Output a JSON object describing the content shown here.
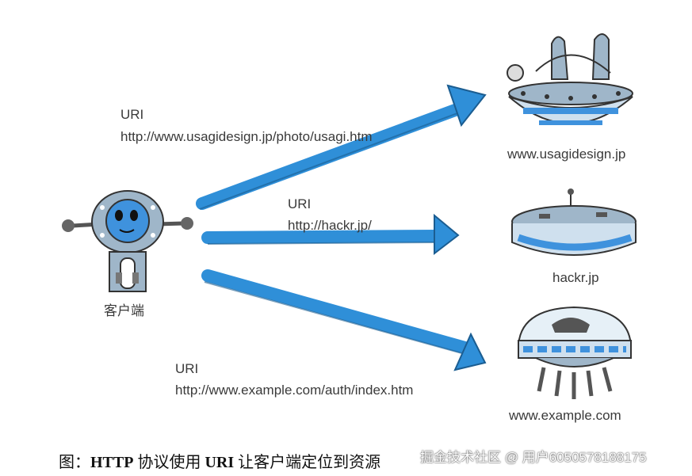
{
  "uris": [
    {
      "label": "URI",
      "url": "http://www.usagidesign.jp/photo/usagi.htm",
      "host": "www.usagidesign.jp"
    },
    {
      "label": "URI",
      "url": "http://hackr.jp/",
      "host": "hackr.jp"
    },
    {
      "label": "URI",
      "url": "http://www.example.com/auth/index.htm",
      "host": "www.example.com"
    }
  ],
  "client": {
    "label": "客户端"
  },
  "caption": {
    "prefix": "图：",
    "http": "HTTP",
    "part1": " 协议使用 ",
    "uri": "URI",
    "part2": " 让客户端定位到资源"
  },
  "watermark": "掘金技术社区 @ 用户6050578188175",
  "colors": {
    "arrow": "#2f8fd8",
    "robot": "#9fb6c9",
    "face": "#3f92dd"
  }
}
